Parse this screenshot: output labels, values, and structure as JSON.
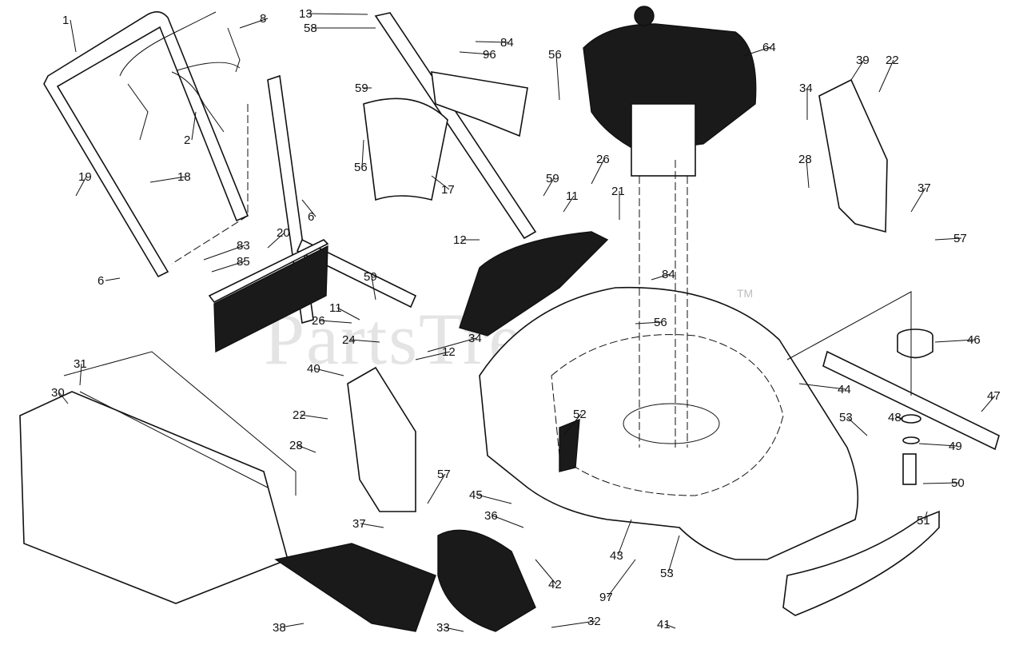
{
  "watermark": {
    "text": "PartsTree",
    "trademark": "TM"
  },
  "callouts": [
    "1",
    "2",
    "6",
    "6",
    "8",
    "11",
    "11",
    "12",
    "12",
    "13",
    "17",
    "18",
    "19",
    "20",
    "21",
    "22",
    "22",
    "24",
    "26",
    "26",
    "28",
    "28",
    "30",
    "31",
    "32",
    "33",
    "34",
    "34",
    "36",
    "37",
    "37",
    "38",
    "39",
    "40",
    "41",
    "42",
    "43",
    "44",
    "45",
    "46",
    "47",
    "48",
    "49",
    "50",
    "51",
    "52",
    "53",
    "53",
    "56",
    "56",
    "56",
    "57",
    "57",
    "58",
    "59",
    "59",
    "59",
    "64",
    "83",
    "84",
    "84",
    "85",
    "96",
    "97"
  ]
}
